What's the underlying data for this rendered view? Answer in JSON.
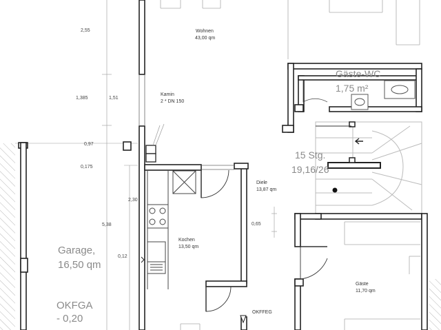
{
  "rooms": {
    "wohnen": {
      "name": "Wohnen",
      "area": "43,00 qm"
    },
    "kamin": {
      "name": "Kamin",
      "detail": "2 * DN 150"
    },
    "diele": {
      "name": "Diele",
      "area": "13,87 qm"
    },
    "kochen": {
      "name": "Kochen",
      "area": "13,50 qm"
    },
    "gaeste": {
      "name": "Gäste",
      "area": "11,70 qm"
    },
    "garage": {
      "name": "Garage,",
      "area": "16,50 qm"
    },
    "gaeste_wc": {
      "name": "Gäste-WC",
      "area": "1,75 m²"
    }
  },
  "stairs": {
    "count": "15 Stg.",
    "ratio": "19,16/26"
  },
  "levels": {
    "garage_name": "OKFGA",
    "garage_value": "- 0,20",
    "ground": "OKFFEG"
  },
  "dimensions": {
    "d1": "2,55",
    "d2": "1,385",
    "d3": "1,51",
    "d4": "0,97",
    "d5": "0,175",
    "d6": "2,30",
    "d7": "5,38",
    "d8": "0,12",
    "d9": "0,65"
  },
  "colors": {
    "wall": "#222222",
    "thin": "#999999",
    "fixture": "#444444",
    "faded_text": "#8a8a8a"
  }
}
